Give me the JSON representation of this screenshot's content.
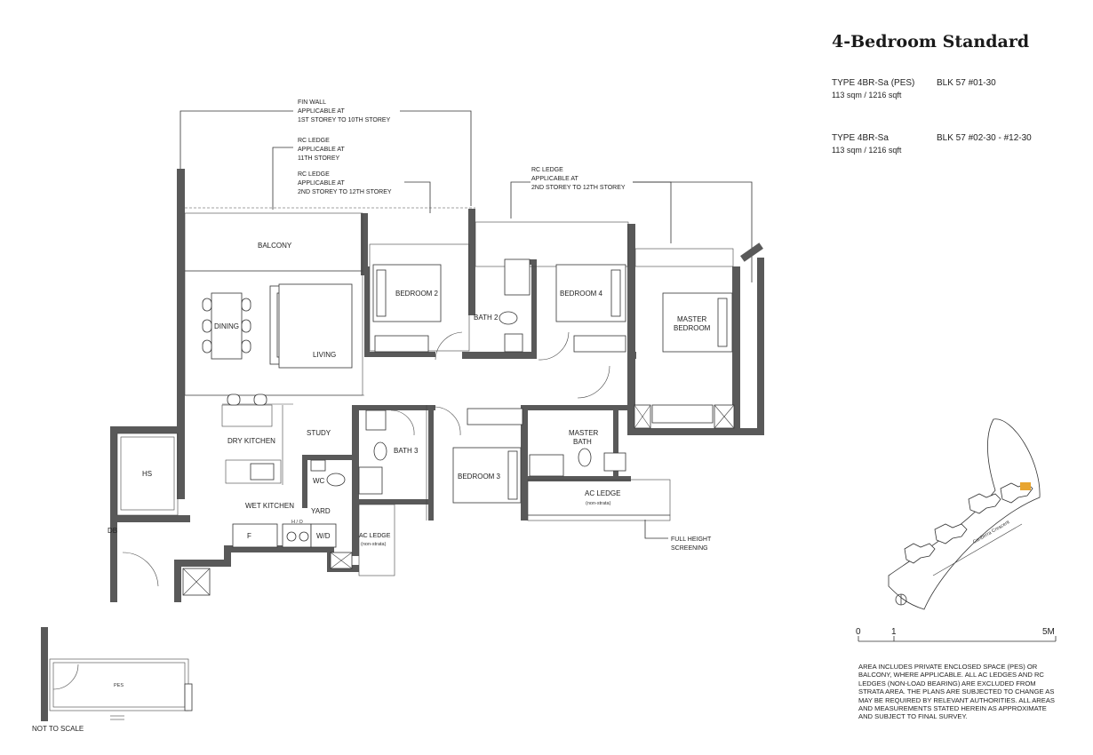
{
  "header": {
    "title": "4-Bedroom Standard",
    "types": [
      {
        "type": "TYPE 4BR-Sa (PES)",
        "area": "113 sqm / 1216 sqft",
        "block": "BLK 57 #01-30"
      },
      {
        "type": "TYPE 4BR-Sa",
        "area": "113 sqm / 1216 sqft",
        "block": "BLK 57  #02-30 - #12-30"
      }
    ]
  },
  "rooms": {
    "balcony": "BALCONY",
    "bedroom2": "BEDROOM 2",
    "bath2": "BATH 2",
    "bedroom4": "BEDROOM 4",
    "master_bedroom_1": "MASTER",
    "master_bedroom_2": "BEDROOM",
    "dining": "DINING",
    "living": "LIVING",
    "dry_kitchen": "DRY KITCHEN",
    "study": "STUDY",
    "hs": "HS",
    "wet_kitchen": "WET KITCHEN",
    "yard": "YARD",
    "bath3": "BATH 3",
    "bedroom3": "BEDROOM 3",
    "master_bath_1": "MASTER",
    "master_bath_2": "BATH",
    "wc": "WC",
    "db": "DB",
    "fridge": "F",
    "hob": "H / O",
    "washer": "W/D",
    "ac_ledge": "AC LEDGE",
    "non_strata": "(non-strata)",
    "ac_ledge_small": "AC LEDGE",
    "non_strata_small": "(non-strata)",
    "pes": "PES"
  },
  "callouts": {
    "fin_wall": [
      "FIN WALL",
      "APPLICABLE AT",
      "1ST STOREY TO 10TH  STOREY"
    ],
    "rc_ledge_11": [
      "RC LEDGE",
      "APPLICABLE AT",
      "11TH STOREY"
    ],
    "rc_ledge_2_12": [
      "RC LEDGE",
      "APPLICABLE AT",
      "2ND STOREY TO 12TH  STOREY"
    ],
    "rc_ledge_right": [
      "RC LEDGE",
      "APPLICABLE AT",
      "2ND STOREY TO 12TH  STOREY"
    ],
    "full_height": [
      "FULL HEIGHT",
      "SCREENING"
    ]
  },
  "key_plan": {
    "street": "Canberra Crescent"
  },
  "scale": {
    "zero": "0",
    "one": "1",
    "five": "5M"
  },
  "disclaimer": "AREA INCLUDES PRIVATE ENCLOSED SPACE (PES) OR BALCONY, WHERE APPLICABLE. ALL AC LEDGES AND RC LEDGES (NON-LOAD BEARING) ARE EXCLUDED FROM STRATA AREA. THE PLANS ARE SUBJECTED TO CHANGE AS MAY BE REQUIRED BY RELEVANT AUTHORITIES. ALL AREAS AND MEASUREMENTS STATED HEREIN AS APPROXIMATE AND SUBJECT TO FINAL SURVEY.",
  "not_to_scale": "NOT TO SCALE",
  "colors": {
    "wall": "#595959",
    "highlight": "#e8a530",
    "text": "#222222"
  }
}
